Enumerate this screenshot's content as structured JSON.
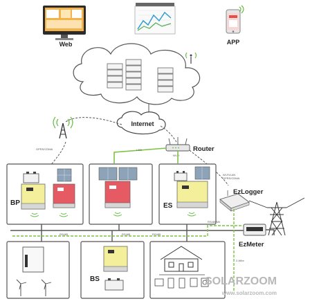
{
  "labels": {
    "web": "Web",
    "app": "APP",
    "internet": "Internet",
    "router": "Router",
    "ezlogger": "EzLogger",
    "ezmeter": "EzMeter",
    "bp": "BP",
    "es": "ES",
    "bs": "BS"
  },
  "links": {
    "gprs": "GPRS/CDMA",
    "lan": "LAN",
    "wifi": "Wi-Fi",
    "wifi_lan": "Wi-Fi/LAN",
    "gprs_cdma_right": "GPRS/CDMA",
    "rs485_1": "RS485",
    "rs485_2": "RS485",
    "rs485_3": "RS485",
    "rs485_meter": "RS485/Wi",
    "meter_cable": "2-Wire"
  },
  "watermark": {
    "brand": "SOLARZOOM",
    "url": "www.solarzoom.com"
  },
  "colors": {
    "line_green": "#7cc242",
    "line_dark": "#555555",
    "inverter_yellow": "#f3ef9a",
    "inverter_red": "#e65a64",
    "panel_blue": "#8da4b8"
  }
}
